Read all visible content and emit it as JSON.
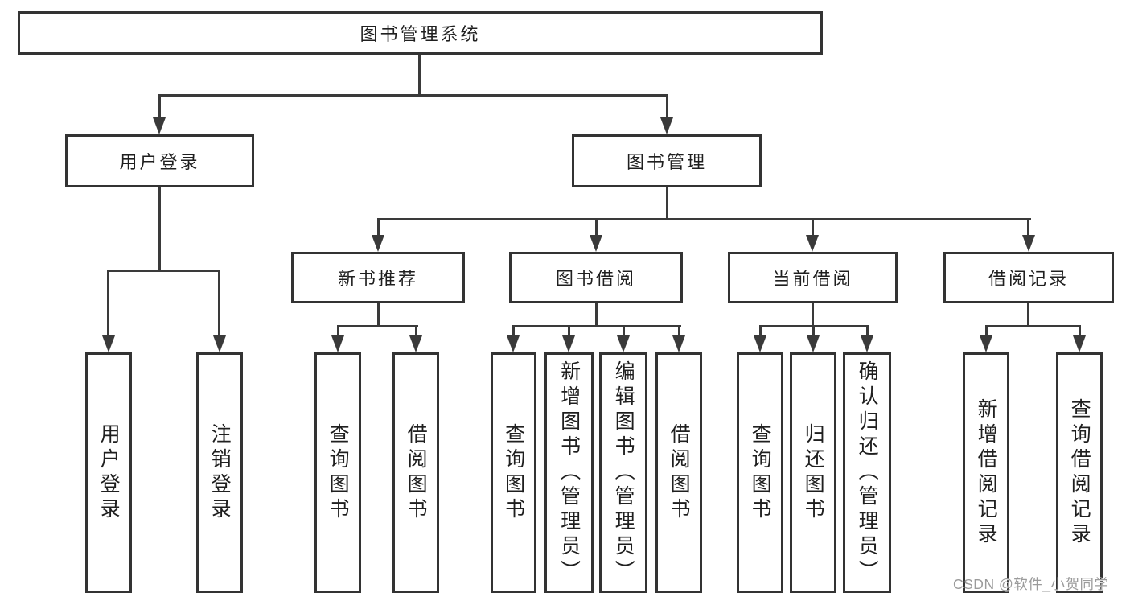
{
  "diagram": {
    "root": {
      "label": "图书管理系统"
    },
    "branches": [
      {
        "label": "用户登录",
        "children": [
          {
            "label": "用户登录"
          },
          {
            "label": "注销登录"
          }
        ]
      },
      {
        "label": "图书管理",
        "children": [
          {
            "label": "新书推荐",
            "children": [
              {
                "label": "查询图书"
              },
              {
                "label": "借阅图书"
              }
            ]
          },
          {
            "label": "图书借阅",
            "children": [
              {
                "label": "查询图书"
              },
              {
                "label": "新增图书（管理员）"
              },
              {
                "label": "编辑图书（管理员）"
              },
              {
                "label": "借阅图书"
              }
            ]
          },
          {
            "label": "当前借阅",
            "children": [
              {
                "label": "查询图书"
              },
              {
                "label": "归还图书"
              },
              {
                "label": "确认归还（管理员）"
              }
            ]
          },
          {
            "label": "借阅记录",
            "children": [
              {
                "label": "新增借阅记录"
              },
              {
                "label": "查询借阅记录"
              }
            ]
          }
        ]
      }
    ]
  },
  "watermark": {
    "text": "CSDN @软件_小贺同学"
  },
  "colors": {
    "line": "#3a3a3a",
    "box_border": "#333333",
    "text": "#1f1f1f",
    "background": "#ffffff",
    "watermark": "#9b9b9b"
  }
}
